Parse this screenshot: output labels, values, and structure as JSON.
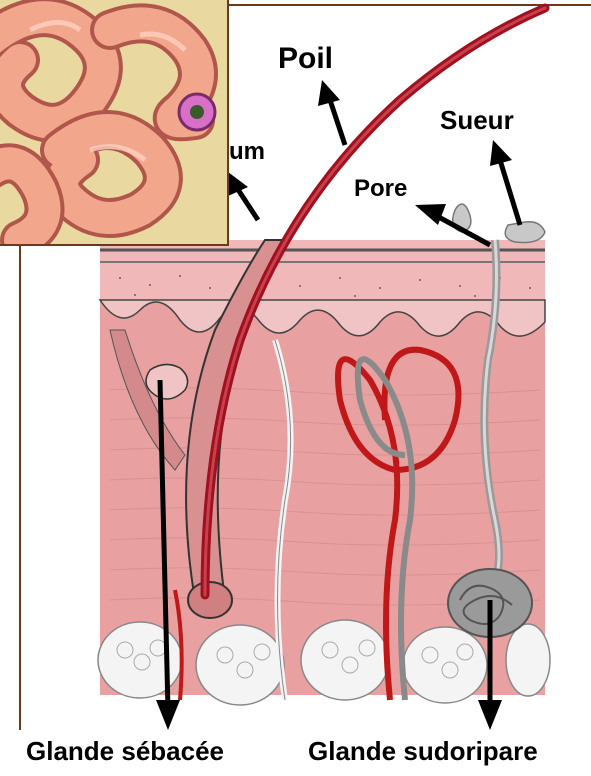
{
  "labels": {
    "poil": "Poil",
    "sueur": "Sueur",
    "pore": "Pore",
    "sebum_fragment": "um",
    "glande_sebacee": "Glande sébacée",
    "glande_sudoripare": "Glande sudoripare"
  },
  "colors": {
    "epidermis_pink": "#f0b8b8",
    "dermis_pink": "#e8a0a0",
    "hair_red": "#a01020",
    "vessel_red": "#c01818",
    "vessel_grey": "#8a8a8a",
    "fat_white": "#f4f4f4",
    "frame_brown": "#6b3a1a",
    "inset_background": "#e9d9a0",
    "inset_coil": "#f2a68c"
  },
  "icons": {
    "inset": "sweat-gland-coil-closeup-icon"
  }
}
